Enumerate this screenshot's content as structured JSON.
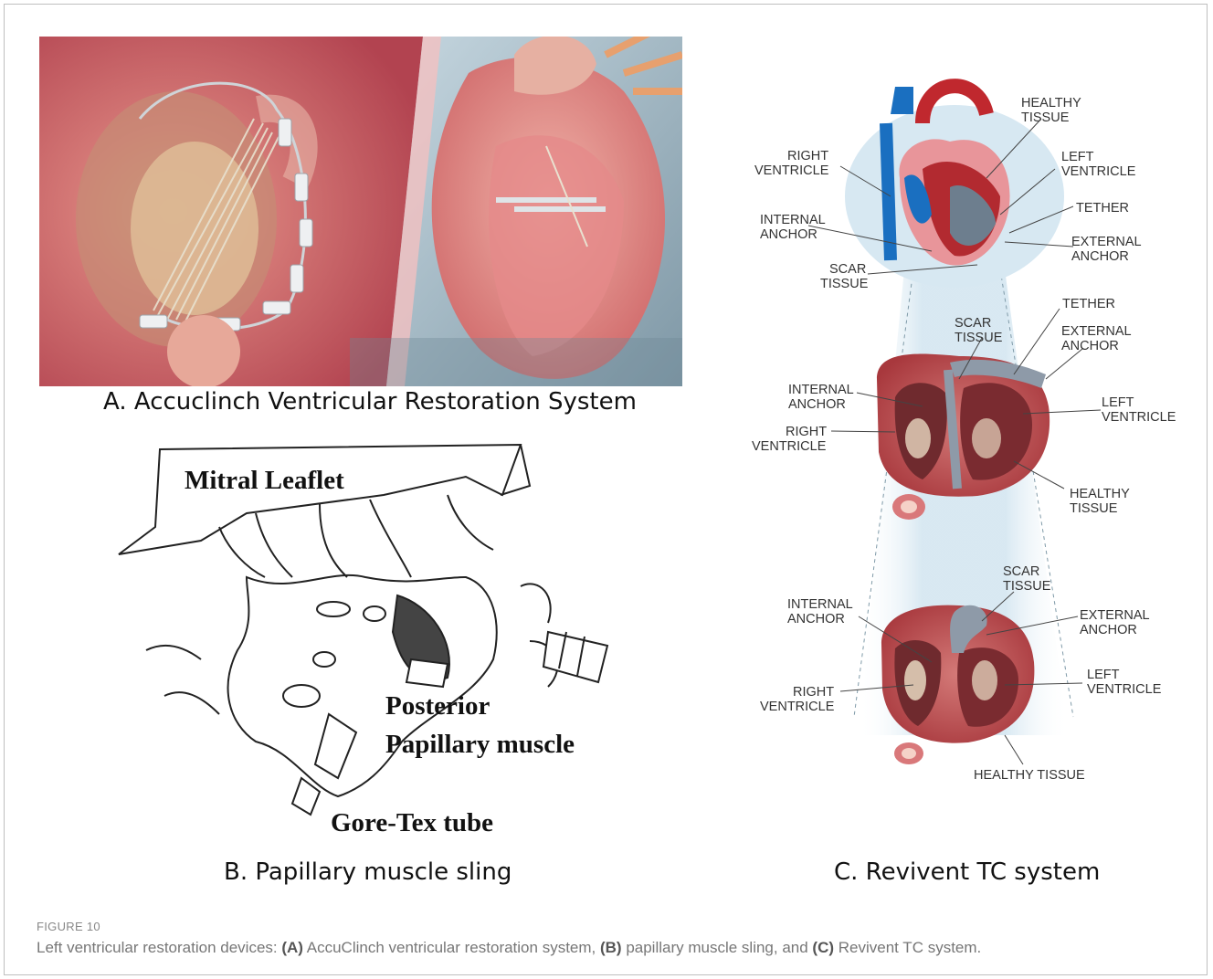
{
  "panels": {
    "a": {
      "caption": "A. Accuclinch Ventricular Restoration System"
    },
    "b": {
      "caption": "B. Papillary muscle sling",
      "labels": {
        "mitral_leaflet": "Mitral Leaflet",
        "posterior": "Posterior",
        "papillary_muscle": "Papillary muscle",
        "gore_tex_tube": "Gore-Tex tube"
      }
    },
    "c": {
      "caption": "C. Revivent TC system",
      "top": {
        "healthy_tissue_1": "HEALTHY",
        "healthy_tissue_2": "TISSUE",
        "right_ventricle_1": "RIGHT",
        "right_ventricle_2": "VENTRICLE",
        "left_ventricle_1": "LEFT",
        "left_ventricle_2": "VENTRICLE",
        "tether": "TETHER",
        "internal_anchor_1": "INTERNAL",
        "internal_anchor_2": "ANCHOR",
        "external_anchor_1": "EXTERNAL",
        "external_anchor_2": "ANCHOR",
        "scar_tissue_1": "SCAR",
        "scar_tissue_2": "TISSUE"
      },
      "middle": {
        "tether": "TETHER",
        "scar_tissue_1": "SCAR",
        "scar_tissue_2": "TISSUE",
        "external_anchor_1": "EXTERNAL",
        "external_anchor_2": "ANCHOR",
        "internal_anchor_1": "INTERNAL",
        "internal_anchor_2": "ANCHOR",
        "left_ventricle_1": "LEFT",
        "left_ventricle_2": "VENTRICLE",
        "right_ventricle_1": "RIGHT",
        "right_ventricle_2": "VENTRICLE",
        "healthy_tissue_1": "HEALTHY",
        "healthy_tissue_2": "TISSUE"
      },
      "bottom": {
        "scar_tissue_1": "SCAR",
        "scar_tissue_2": "TISSUE",
        "internal_anchor_1": "INTERNAL",
        "internal_anchor_2": "ANCHOR",
        "external_anchor_1": "EXTERNAL",
        "external_anchor_2": "ANCHOR",
        "left_ventricle_1": "LEFT",
        "left_ventricle_2": "VENTRICLE",
        "right_ventricle_1": "RIGHT",
        "right_ventricle_2": "VENTRICLE",
        "healthy_tissue": "HEALTHY TISSUE"
      }
    }
  },
  "figure": {
    "label": "FIGURE 10",
    "caption": {
      "lead": "Left ventricular restoration devices: ",
      "a_tag": "(A)",
      "a_text": " AccuClinch ventricular restoration system, ",
      "b_tag": "(B)",
      "b_text": " papillary muscle sling, and ",
      "c_tag": "(C)",
      "c_text": " Revivent TC system."
    }
  },
  "colors": {
    "tissue_pink": "#e8959a",
    "deep_red": "#c0282e",
    "vein_blue": "#1a6fc0",
    "scar_gray": "#8e9aa8",
    "halo_blue": "#d5e6f1"
  }
}
